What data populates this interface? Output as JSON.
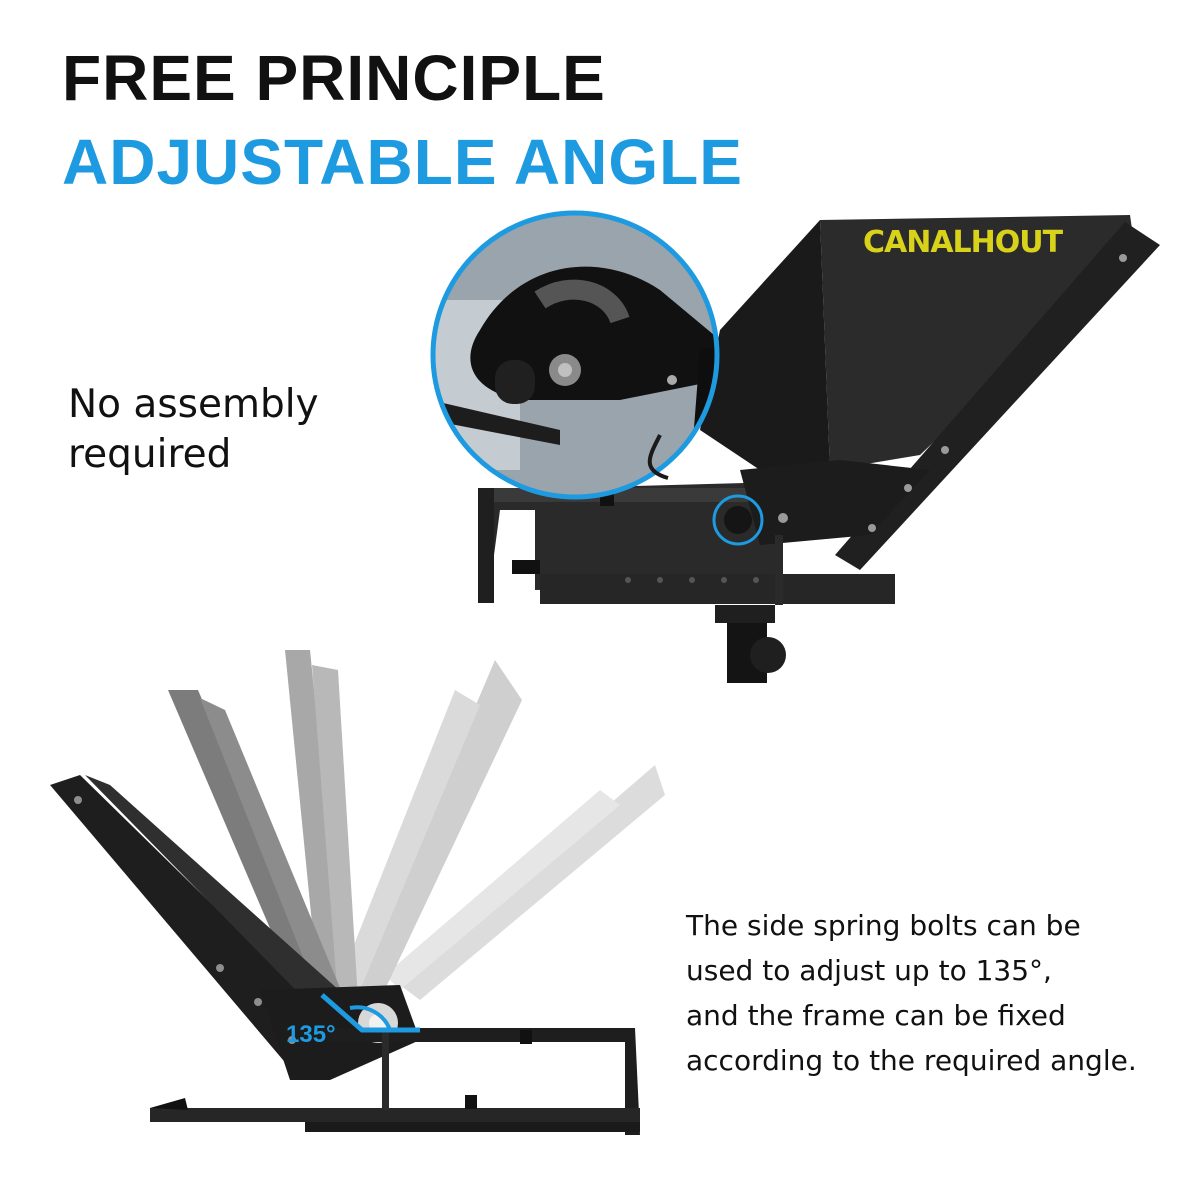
{
  "headline": {
    "line1": "FREE PRINCIPLE",
    "line2": "ADJUSTABLE ANGLE",
    "accent_color": "#1e9be0"
  },
  "captions": {
    "assembly": "No assembly\nrequired",
    "adjust": "The side spring bolts can be\nused to adjust up to 135°,\nand the frame can be fixed\naccording to the required angle."
  },
  "product": {
    "brand": "CANALHOUT",
    "brand_color": "#d8d21a"
  },
  "angle_label": "135°"
}
